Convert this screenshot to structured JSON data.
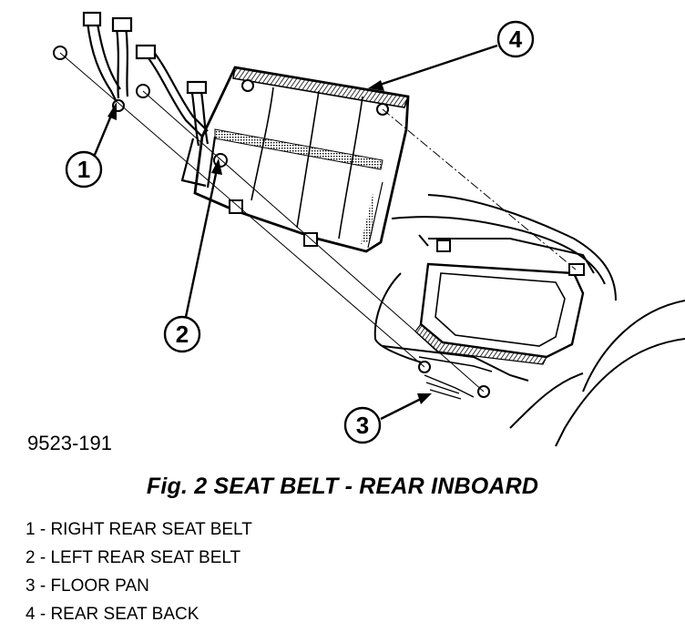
{
  "callouts": {
    "c1": "1",
    "c2": "2",
    "c3": "3",
    "c4": "4"
  },
  "figure_code": "9523-191",
  "caption": "Fig. 2 SEAT BELT - REAR INBOARD",
  "legend": [
    "1 - RIGHT REAR SEAT BELT",
    "2 - LEFT REAR SEAT BELT",
    "3 - FLOOR PAN",
    "4 - REAR SEAT BACK"
  ]
}
